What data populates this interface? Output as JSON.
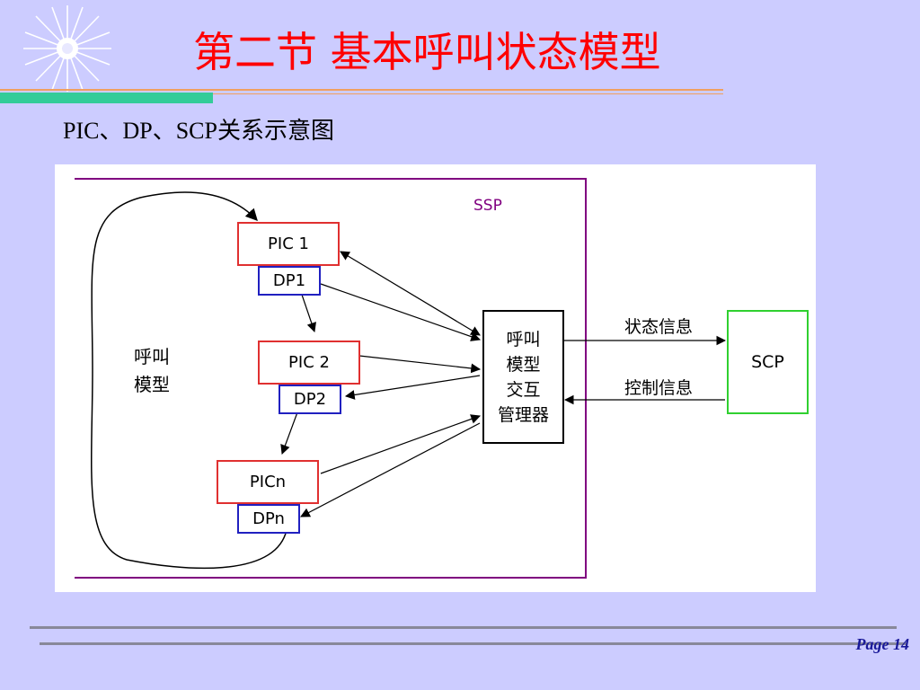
{
  "slide": {
    "title": "第二节  基本呼叫状态模型",
    "subtitle": "PIC、DP、SCP关系示意图",
    "page": "Page 14"
  },
  "diagram": {
    "ssp_label": "SSP",
    "loop_label_line1": "呼叫",
    "loop_label_line2": "模型",
    "pic1": "PIC 1",
    "dp1": "DP1",
    "pic2": "PIC 2",
    "dp2": "DP2",
    "picn": "PICn",
    "dpn": "DPn",
    "manager": [
      "呼叫",
      "模型",
      "交互",
      "管理器"
    ],
    "state_info": "状态信息",
    "control_info": "控制信息",
    "scp": "SCP"
  },
  "colors": {
    "background": "#ccccff",
    "title": "#ff0000",
    "rule_orange": "#f0a060",
    "rule_green": "#33cc99",
    "ssp_border": "#800080",
    "pic_border": "#e03030",
    "dp_border": "#2020c0",
    "scp_border": "#30d030",
    "page_number": "#1a1a99"
  }
}
